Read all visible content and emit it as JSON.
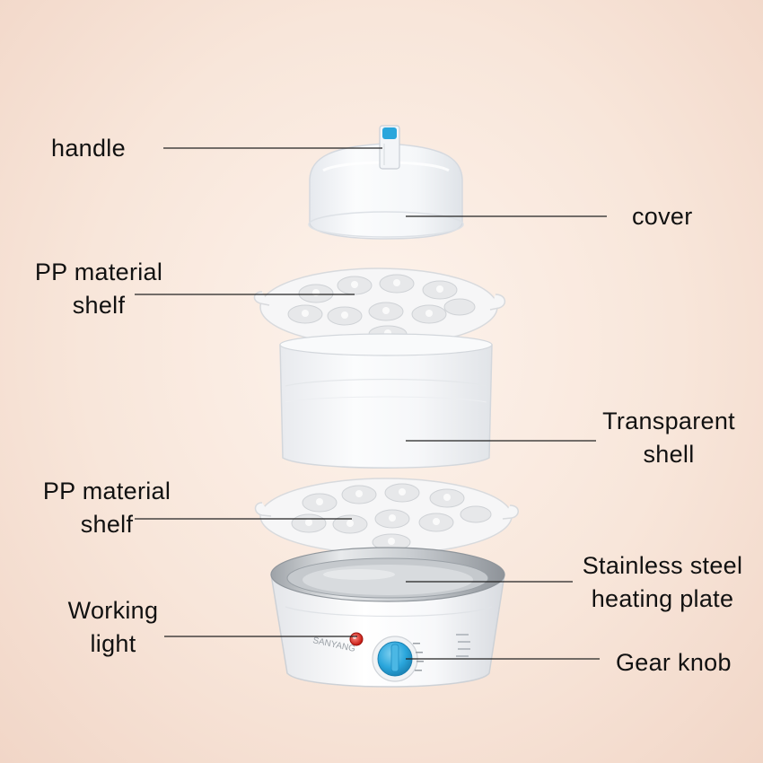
{
  "labels": {
    "handle": "handle",
    "cover": "cover",
    "shelf_top_line1": "PP material",
    "shelf_top_line2": "shelf",
    "transparent_line1": "Transparent",
    "transparent_line2": "shell",
    "shelf_bottom_line1": "PP material",
    "shelf_bottom_line2": "shelf",
    "plate_line1": "Stainless steel",
    "plate_line2": "heating plate",
    "light_line1": "Working",
    "light_line2": "light",
    "knob": "Gear knob"
  },
  "brand_text": "SANYANG",
  "colors": {
    "background": "#f8e6da",
    "accent_blue": "#2aa6dc",
    "indicator_red": "#e0281e",
    "text": "#111111"
  }
}
